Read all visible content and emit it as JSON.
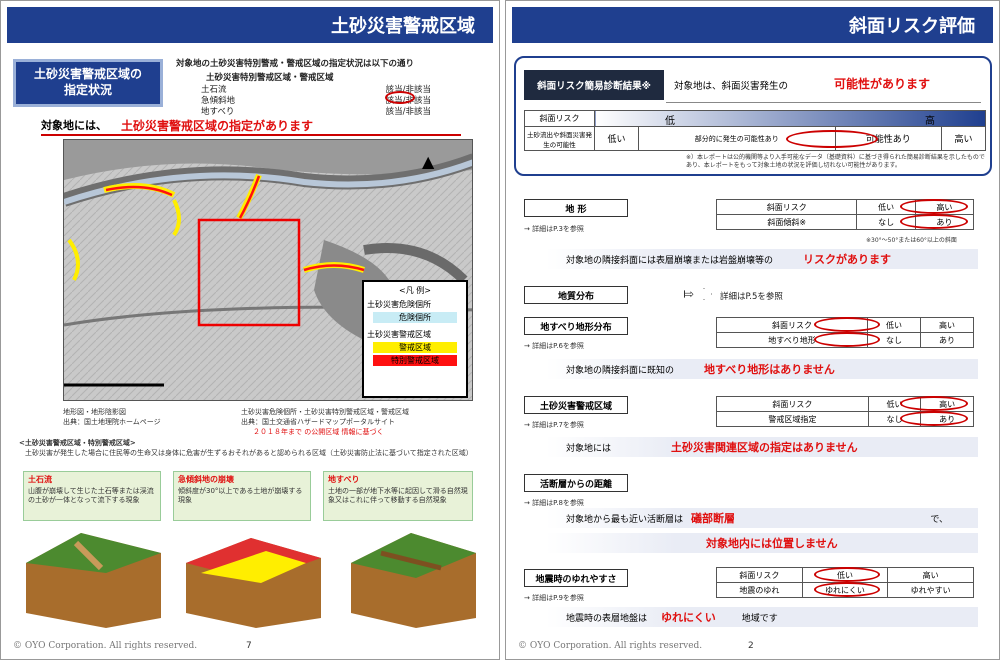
{
  "left": {
    "header": "土砂災害警戒区域",
    "section_title": "土砂災害警戒区域の\n指定状況",
    "status_intro": "対象地の土砂災害特別警戒・警戒区域の指定状況は以下の通り",
    "status_subhead": "土砂災害特別警戒区域・警戒区域",
    "status_rows": [
      {
        "label": "土石流",
        "value": "該当/非該当"
      },
      {
        "label": "急傾斜地",
        "value": "該当/非該当"
      },
      {
        "label": "地すべり",
        "value": "該当/非該当"
      }
    ],
    "finding_prefix": "対象地には、",
    "finding": "土砂災害警戒区域の指定があります",
    "legend": {
      "title": "<凡 例>",
      "group1": "土砂災害危険個所",
      "item1": "危険個所",
      "group2": "土砂災害警戒区域",
      "item2": "警戒区域",
      "item3": "特別警戒区域",
      "colors": {
        "danger": "#c8ecf5",
        "warning": "#ffee00",
        "special": "#ff1010"
      }
    },
    "sources": {
      "left1": "地形図・地形陰影図",
      "left2": "出典：国土地理院ホームページ",
      "right1": "土砂災害危険個所・土砂災害特別警戒区域・警戒区域",
      "right2": "出典：国土交通省ハザードマップポータルサイト",
      "note": "２０１８年まで の公開区域 情報に基づく"
    },
    "explain_title": "<土砂災害警戒区域・特別警戒区域>",
    "explain_text": "土砂災害が発生した場合に住民等の生命又は身体に危害が生ずるおそれがあると認められる区域（土砂災害防止法に基づいて指定された区域）",
    "types": [
      {
        "name": "土石流",
        "desc": "山腹が崩壊して生じた土石等または渓流の土砂が一体となって流下する現象"
      },
      {
        "name": "急傾斜地の崩壊",
        "desc": "傾斜度が30°以上である土地が崩壊する現象"
      },
      {
        "name": "地すべり",
        "desc": "土地の一部が地下水等に起因して滑る自然現象又はこれに伴って移動する自然現象"
      }
    ],
    "footer": "© OYO Corporation. All rights reserved.",
    "page": "7"
  },
  "right": {
    "header": "斜面リスク評価",
    "diag_label": "斜面リスク簡易診断結果※",
    "diag_prefix": "対象地は、斜面災害発生の",
    "diag_result": "可能性があります",
    "scale": {
      "row1": "斜面リスク",
      "row2": "土砂流出や斜面災害発生の可能性",
      "low": "低",
      "high": "高",
      "c1": "低い",
      "c2": "部分的に発生の可能性あり",
      "c3": "可能性あり",
      "c4": "高い"
    },
    "diag_note": "※）本レポートは公的機関等より入手可能なデータ（基礎資料）に基づき得られた簡易診断結果を示したものであり、本レポートをもって対象土地の状況を評価し切れない可能性があります。",
    "sections": [
      {
        "title": "地 形",
        "ref": "→ 詳細はP.3を参照",
        "rows": [
          [
            "斜面リスク",
            "低い",
            "高い"
          ],
          [
            "斜面傾斜※",
            "なし",
            "あり"
          ]
        ],
        "note": "※30°～50°または60°以上の斜面",
        "text_prefix": "対象地の隣接斜面には表層崩壊または岩盤崩壊等の",
        "text_result": "リスクがあります"
      },
      {
        "title": "地質分布",
        "ref": "詳細はP.5を参照"
      },
      {
        "title": "地すべり地形分布",
        "ref": "→ 詳細はP.6を参照",
        "rows": [
          [
            "斜面リスク",
            "低い",
            "高い"
          ],
          [
            "地すべり地形",
            "なし",
            "あり"
          ]
        ],
        "text_prefix": "対象地の隣接斜面に既知の",
        "text_result": "地すべり地形はありません"
      },
      {
        "title": "土砂災害警戒区域",
        "ref": "→ 詳細はP.7を参照",
        "rows": [
          [
            "斜面リスク",
            "低い",
            "高い"
          ],
          [
            "警戒区域指定",
            "なし",
            "あり"
          ]
        ],
        "text_prefix": "対象地には",
        "text_result": "土砂災害関連区域の指定はありません"
      },
      {
        "title": "活断層からの距離",
        "ref": "→ 詳細はP.8を参照",
        "text_prefix": "対象地から最も近い活断層は",
        "text_result": "礒部断層",
        "text_suffix": "で、",
        "text_result2": "対象地内には位置しません"
      },
      {
        "title": "地震時のゆれやすさ",
        "ref": "→ 詳細はP.9を参照",
        "rows": [
          [
            "斜面リスク",
            "低い",
            "高い"
          ],
          [
            "地震のゆれ",
            "ゆれにくい",
            "ゆれやすい"
          ]
        ],
        "text_prefix": "地震時の表層地盤は",
        "text_result": "ゆれにくい",
        "text_suffix": "地域です"
      }
    ],
    "footer": "© OYO Corporation. All rights reserved.",
    "page": "2"
  }
}
